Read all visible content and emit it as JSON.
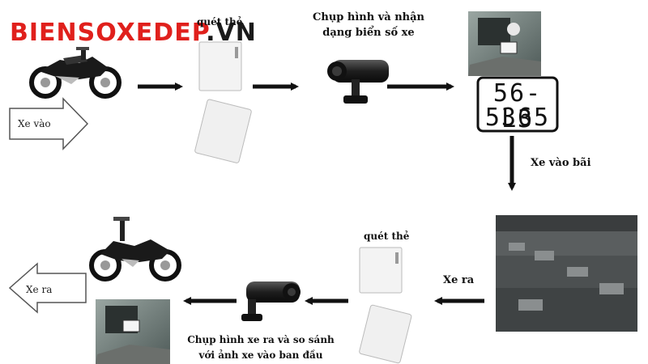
{
  "brand": {
    "main": "BIENSOXEDEP",
    "tld": ".VN"
  },
  "labels": {
    "camera_in": "Chụp hình và nhận dạng biển số xe",
    "scan_card_in": "quét thẻ",
    "scan_card_out": "quét thẻ",
    "park": "Xe vào bãi",
    "exit": "Xe ra",
    "camera_out_line1": "Chụp hình xe ra và so sánh",
    "camera_out_line2": "với ảnh xe vào ban đầu"
  },
  "arrows": {
    "enter": "Xe vào",
    "leave": "Xe ra"
  },
  "plate": {
    "line1": "56-L3",
    "line2": "5365"
  },
  "colors": {
    "brand_red": "#e0201c",
    "arrow": "#111111"
  }
}
